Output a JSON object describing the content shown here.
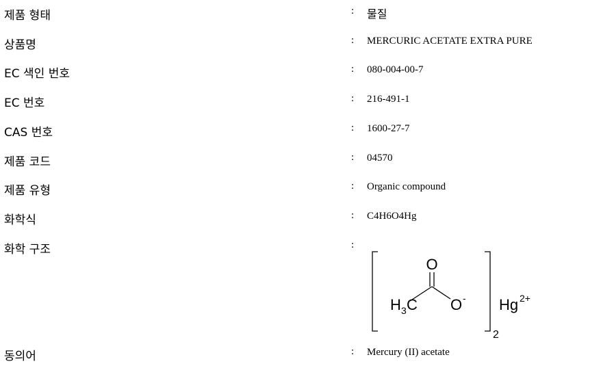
{
  "rows": [
    {
      "label": "제품 형태",
      "value": "물질"
    },
    {
      "label": "상품명",
      "value": "MERCURIC ACETATE EXTRA PURE"
    },
    {
      "label": "EC 색인 번호",
      "value": "080-004-00-7"
    },
    {
      "label": "EC 번호",
      "value": "216-491-1"
    },
    {
      "label": "CAS 번호",
      "value": "1600-27-7"
    },
    {
      "label": "제품 코드",
      "value": "04570"
    },
    {
      "label": "제품 유형",
      "value": "Organic compound"
    },
    {
      "label": "화학식",
      "value": "C4H6O4Hg"
    },
    {
      "label": "화학 구조",
      "value": ""
    },
    {
      "label": "동의어",
      "value": "Mercury (II) acetate"
    }
  ],
  "separator": ":",
  "structure": {
    "oxygen_top": "O",
    "h3c": "H",
    "h3c_sub": "3",
    "carbon": "C",
    "oxygen_anion": "O",
    "anion_charge": "-",
    "mercury": "Hg",
    "mercury_charge": "2+",
    "multiplier": "2"
  }
}
